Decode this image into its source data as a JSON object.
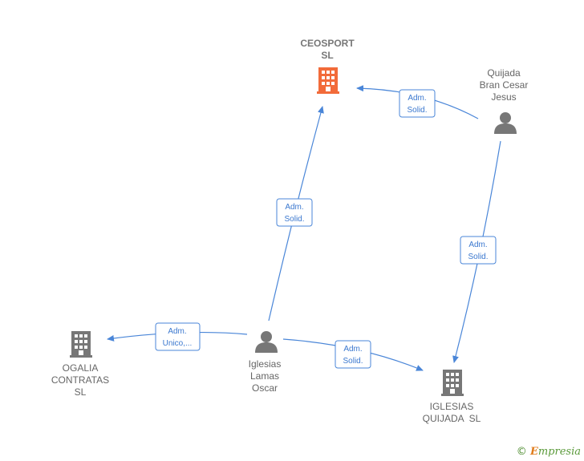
{
  "colors": {
    "edge": "#4a86d8",
    "company_main": "#f26b3a",
    "company": "#777777",
    "person": "#777777"
  },
  "nodes": {
    "ceosport": {
      "lines": [
        "CEOSPORT",
        "SL"
      ],
      "type": "company",
      "icon": "building-icon",
      "highlight": true
    },
    "quijada_bran": {
      "lines": [
        "Quijada",
        "Bran Cesar",
        "Jesus"
      ],
      "type": "person",
      "icon": "person-icon"
    },
    "iglesias_lamas": {
      "lines": [
        "Iglesias",
        "Lamas",
        "Oscar"
      ],
      "type": "person",
      "icon": "person-icon"
    },
    "ogalia": {
      "lines": [
        "OGALIA",
        "CONTRATAS",
        "SL"
      ],
      "type": "company",
      "icon": "building-icon"
    },
    "iglesias_quijada": {
      "lines": [
        "IGLESIAS",
        "QUIJADA  SL"
      ],
      "type": "company",
      "icon": "building-icon"
    }
  },
  "edges": [
    {
      "from": "quijada_bran",
      "to": "ceosport",
      "label": [
        "Adm.",
        "Solid."
      ]
    },
    {
      "from": "iglesias_lamas",
      "to": "ceosport",
      "label": [
        "Adm.",
        "Solid."
      ]
    },
    {
      "from": "quijada_bran",
      "to": "iglesias_quijada",
      "label": [
        "Adm.",
        "Solid."
      ]
    },
    {
      "from": "iglesias_lamas",
      "to": "ogalia",
      "label": [
        "Adm.",
        "Unico,..."
      ]
    },
    {
      "from": "iglesias_lamas",
      "to": "iglesias_quijada",
      "label": [
        "Adm.",
        "Solid."
      ]
    }
  ],
  "footer": {
    "symbol": "©",
    "brand_first": "E",
    "brand_rest": "mpresia"
  }
}
